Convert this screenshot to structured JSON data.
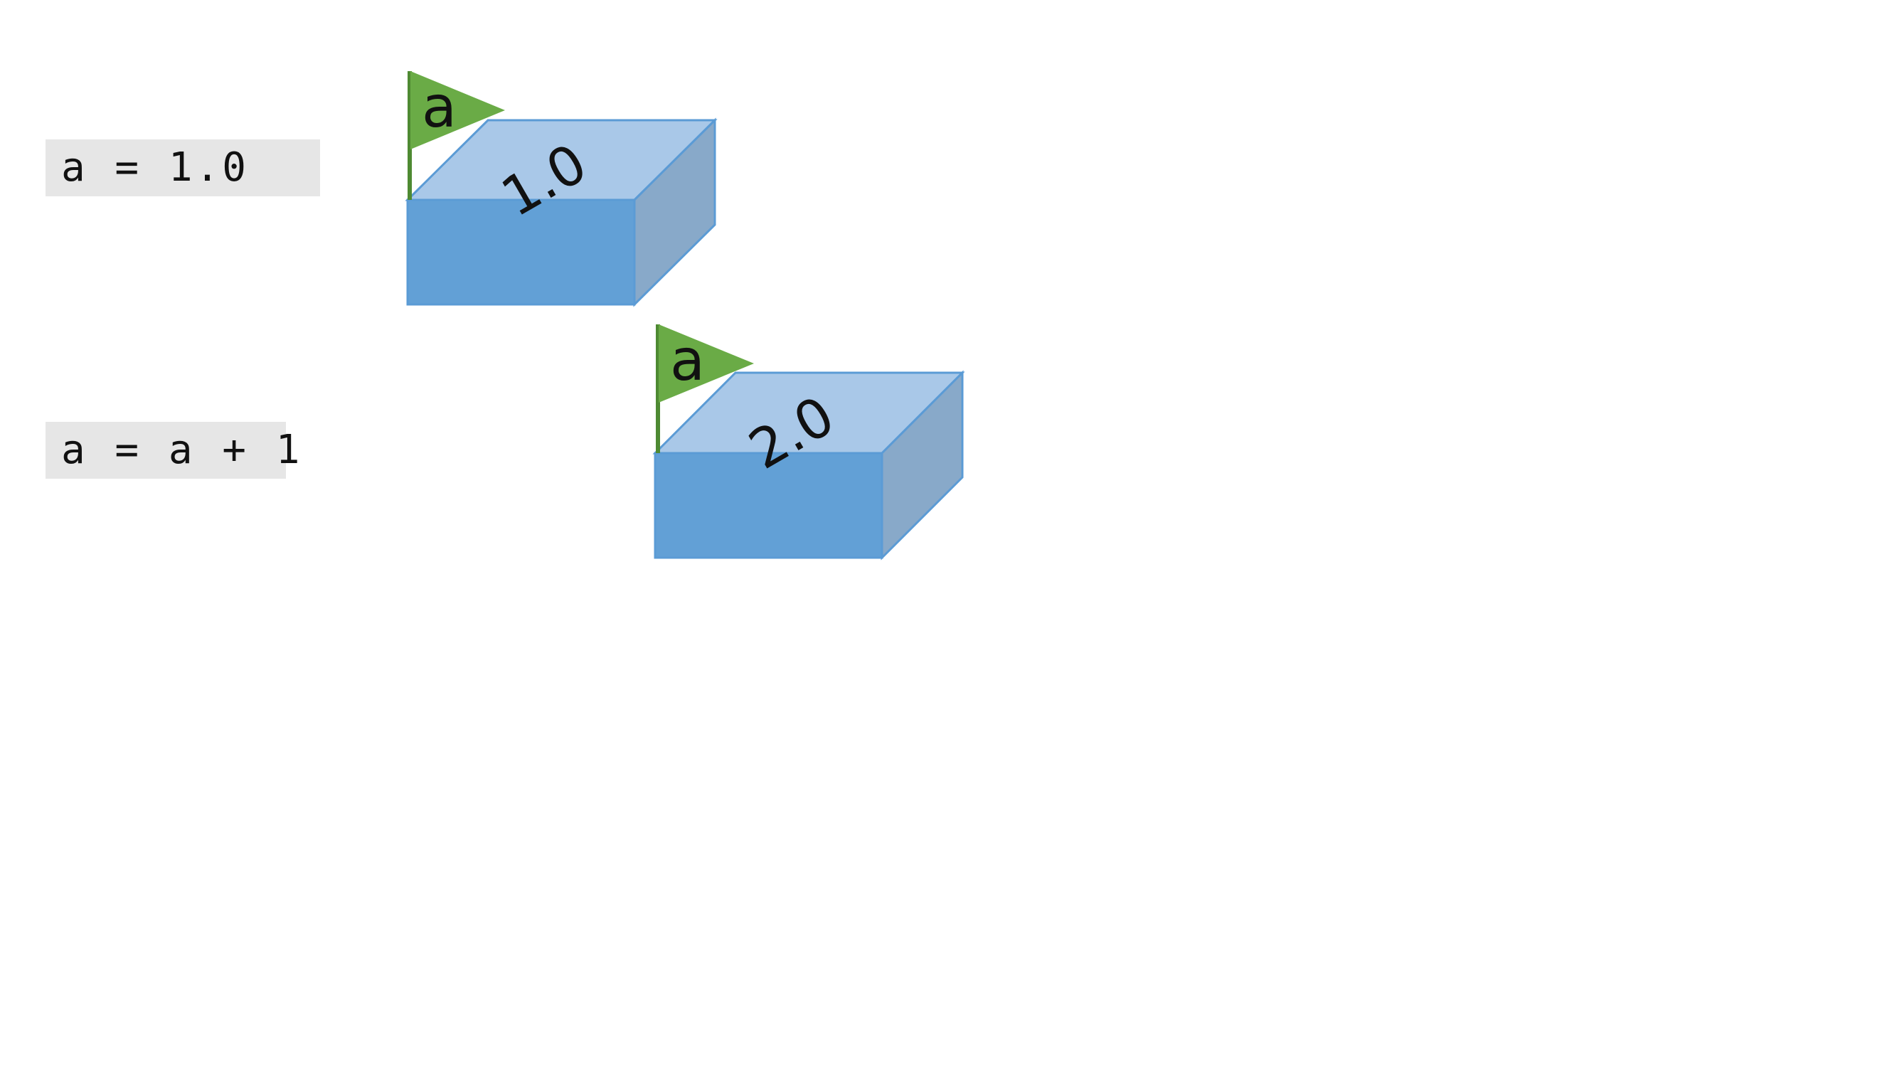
{
  "code_lines": [
    "a = 1.0",
    "a = a + 1"
  ],
  "boxes": [
    {
      "value": "1.0",
      "flag": "a"
    },
    {
      "value": "2.0",
      "flag": "a"
    }
  ],
  "colors": {
    "code_background": "#e6e6e6",
    "box_top": "#a9c8e8",
    "box_front": "#62a0d6",
    "box_side": "#88a9c9",
    "box_outline": "#5b9bd5",
    "flag": "#6aab46",
    "flag_pole": "#4e8a32"
  }
}
